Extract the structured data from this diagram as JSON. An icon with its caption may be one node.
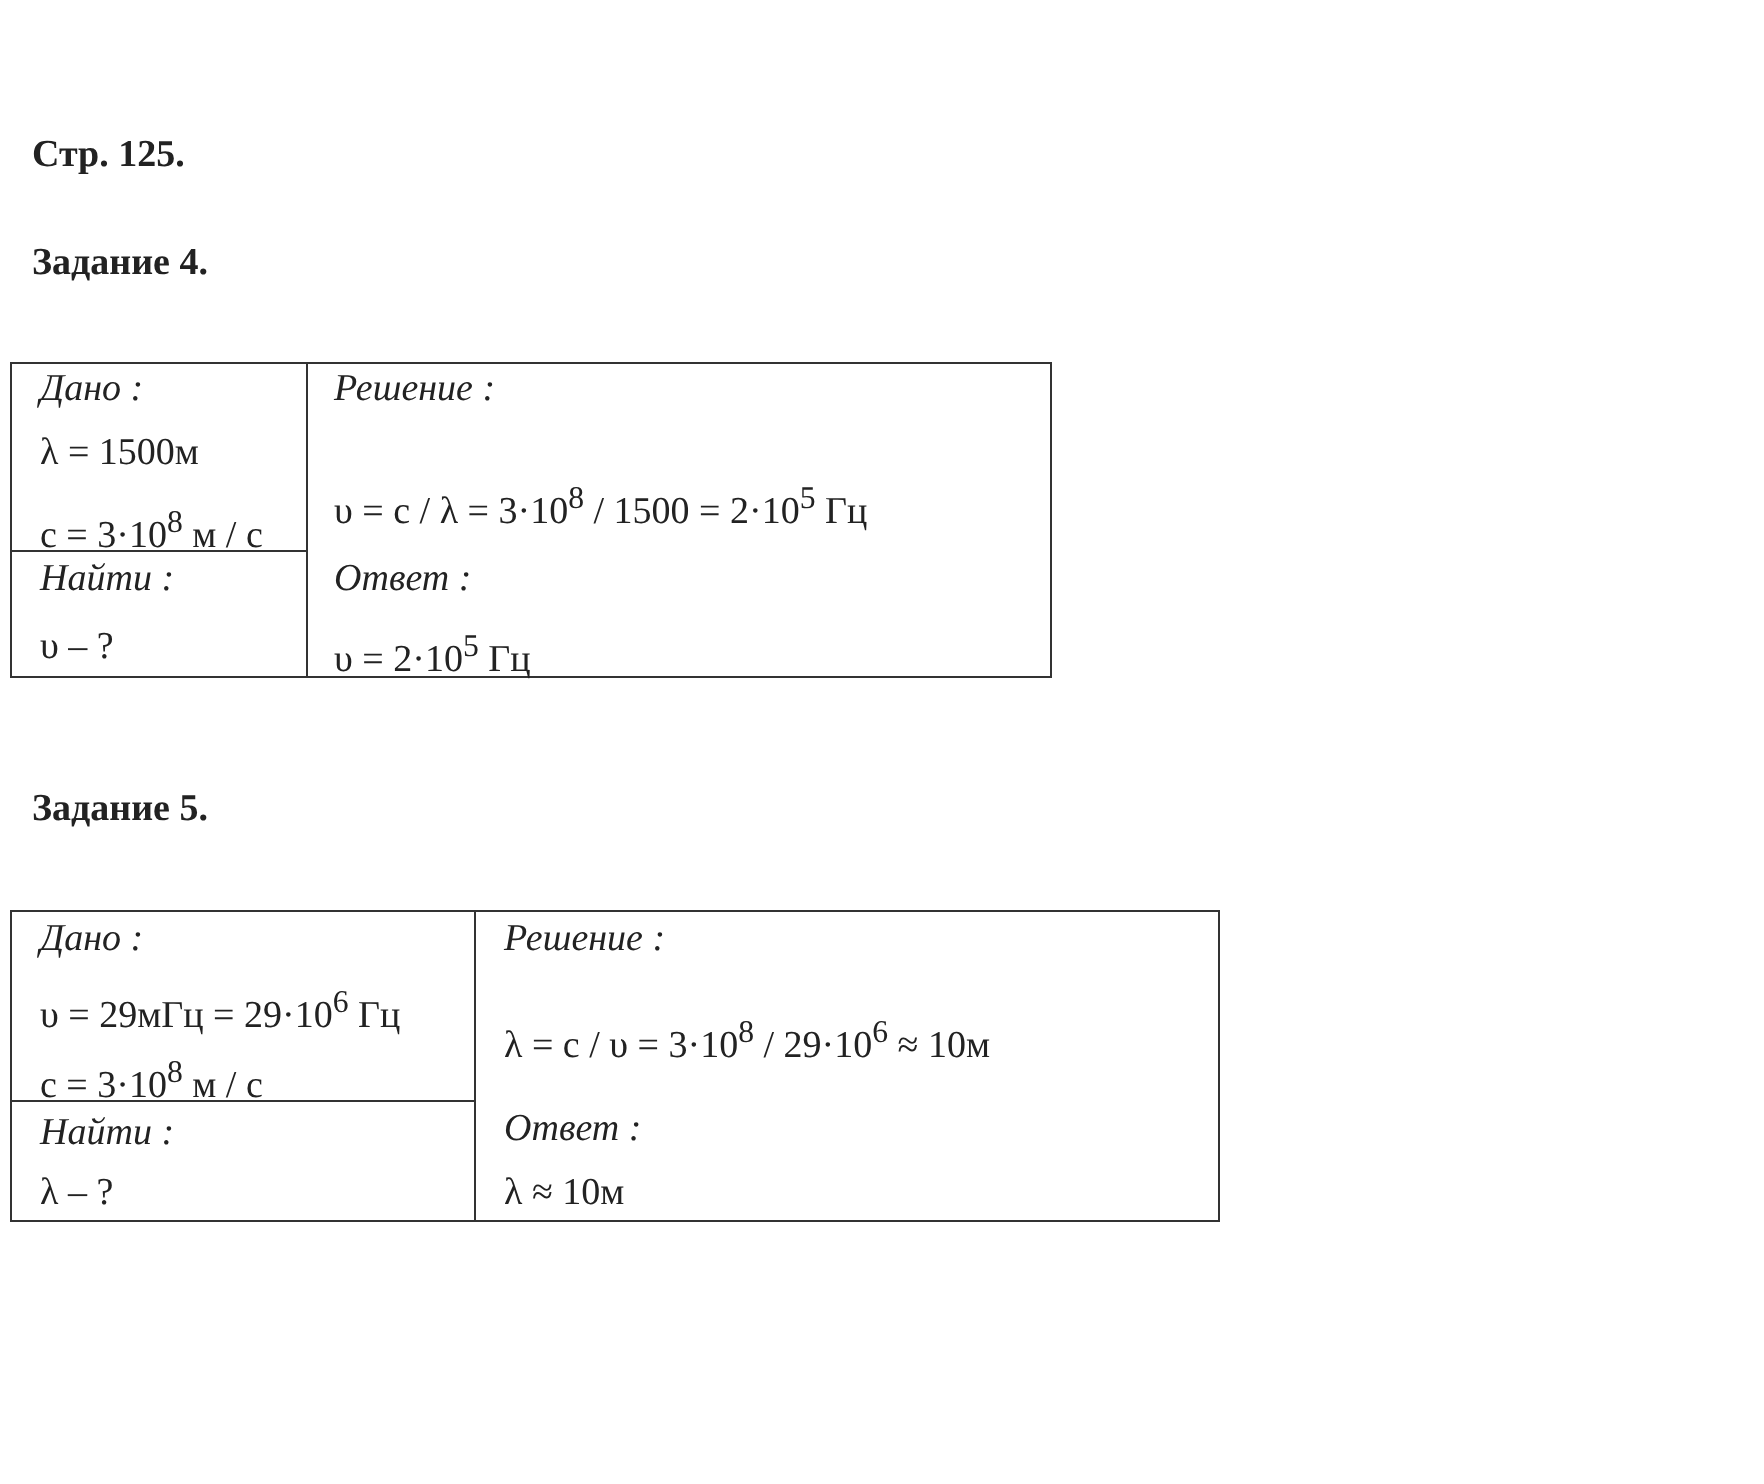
{
  "diagram": {
    "title": "Стр. 125.",
    "labels": [
      "Задание 4.",
      "Дано :",
      "λ = 1500м",
      "c = 3·10$^{8}$ м / с",
      "Решение :",
      "υ = c / λ = 3·10$^{8}$ / 1500 = 2·10$^{5}$ Гц",
      "Найти :",
      "υ – ?",
      "Ответ :",
      "υ = 2·10$^{5}$ Гц",
      "Задание 5.",
      "Дано :",
      "υ = 29мГц = 29·10$^{6}$ Гц",
      "c = 3·10$^{8}$ м / с",
      "Решение :",
      "λ = c / υ = 3·10$^{8}$ / 29·10$^{6}$ ≈ 10м",
      "Найти :",
      "λ – ?",
      "Ответ :",
      "λ ≈ 10м"
    ]
  }
}
